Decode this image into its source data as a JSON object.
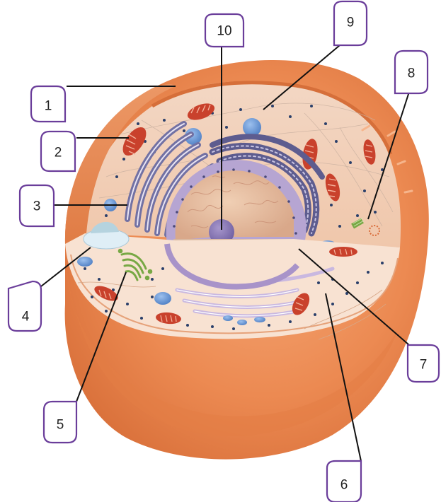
{
  "diagram": {
    "labels": [
      {
        "id": "1",
        "text": "1"
      },
      {
        "id": "2",
        "text": "2"
      },
      {
        "id": "3",
        "text": "3"
      },
      {
        "id": "4",
        "text": "4"
      },
      {
        "id": "5",
        "text": "5"
      },
      {
        "id": "6",
        "text": "6"
      },
      {
        "id": "7",
        "text": "7"
      },
      {
        "id": "8",
        "text": "8"
      },
      {
        "id": "9",
        "text": "9"
      },
      {
        "id": "10",
        "text": "10"
      }
    ],
    "colors": {
      "cell_outer": "#e9874f",
      "cytoplasm": "#f6dccb",
      "cut_face": "#fbeee3",
      "rough_er": "#6c6a9c",
      "nucleus_envelope": "#b7a6d1",
      "nucleoplasm": "#e7c1a6",
      "nucleolus": "#8877b3",
      "mitochondria": "#c9412c",
      "vesicle": "#6d9ad6",
      "golgi": "#78a845",
      "label_border": "#6a3d9a"
    }
  }
}
